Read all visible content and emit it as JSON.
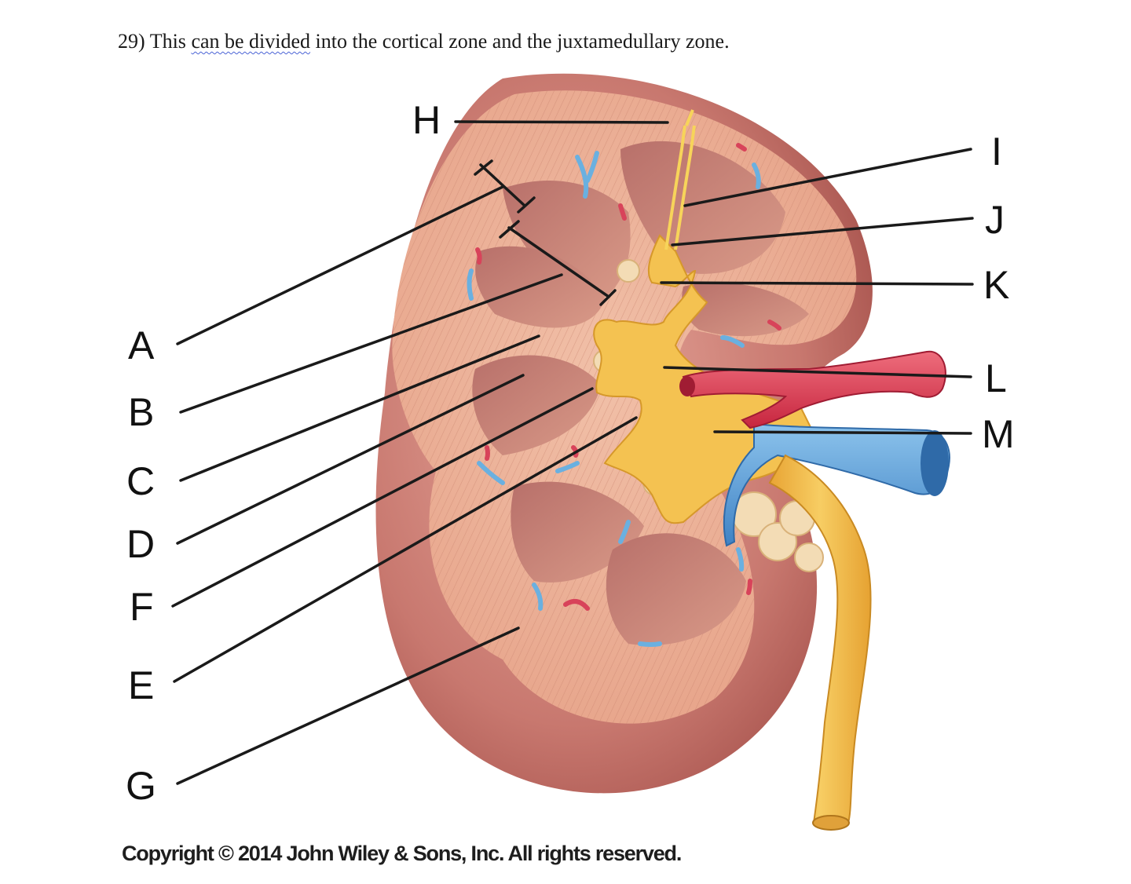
{
  "question": {
    "number": "29)",
    "pre": "This",
    "flagged": "can be divided",
    "post": "into the cortical zone and the juxtamedullary zone."
  },
  "labels": {
    "A": "A",
    "B": "B",
    "C": "C",
    "D": "D",
    "F": "F",
    "E": "E",
    "G": "G",
    "H": "H",
    "I": "I",
    "J": "J",
    "K": "K",
    "L": "L",
    "M": "M"
  },
  "copyright": "Copyright © 2014 John Wiley & Sons, Inc. All rights reserved.",
  "colors": {
    "capsule": "#c97a72",
    "cortex": "#e9a98f",
    "medulla_pyramid": "#c78577",
    "pelvis": "#f2c04f",
    "artery": "#d94157",
    "vein": "#5d9fd6",
    "fat": "#f3dcb5"
  }
}
